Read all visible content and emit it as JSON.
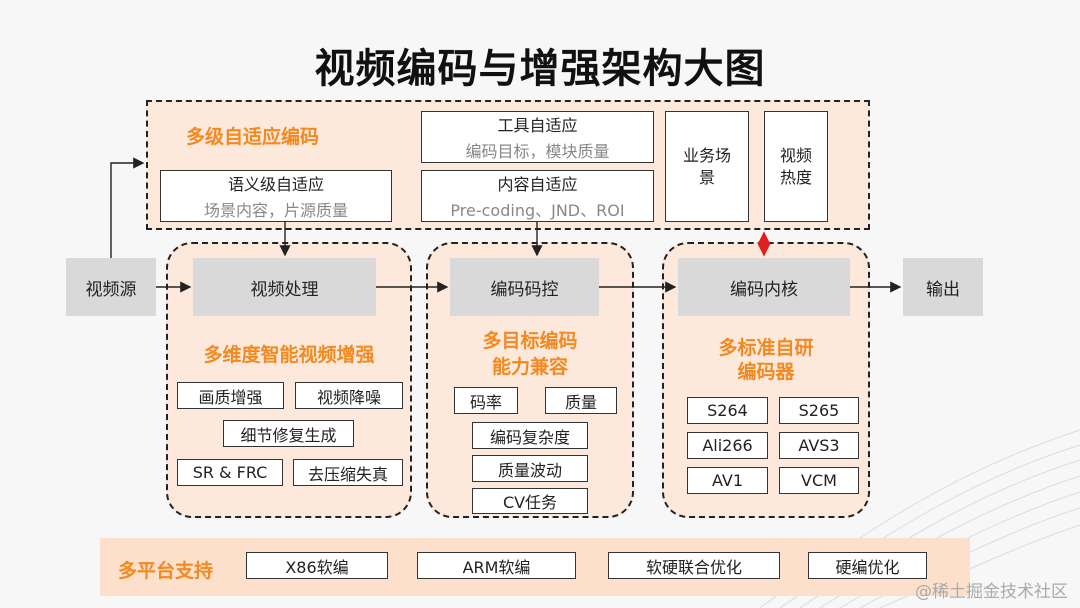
{
  "title": "视频编码与增强架构大图",
  "top_panel": {
    "heading": "多级自适应编码",
    "semantic": {
      "label": "语义级自适应",
      "desc": "场景内容，片源质量"
    },
    "tool": {
      "label": "工具自适应",
      "desc": "编码目标，模块质量"
    },
    "content": {
      "label": "内容自适应",
      "desc": "Pre-coding、JND、ROI"
    },
    "business": "业务场景",
    "heat": "视频热度"
  },
  "pipeline": {
    "source": "视频源",
    "processing": "视频处理",
    "rate_control": "编码码控",
    "encoder_core": "编码内核",
    "output": "输出"
  },
  "enhance_panel": {
    "heading": "多维度智能视频增强",
    "items": [
      "画质增强",
      "视频降噪",
      "细节修复生成",
      "SR & FRC",
      "去压缩失真"
    ]
  },
  "target_panel": {
    "heading_line1": "多目标编码",
    "heading_line2": "能力兼容",
    "items": [
      "码率",
      "质量",
      "编码复杂度",
      "质量波动",
      "CV任务"
    ]
  },
  "codec_panel": {
    "heading_line1": "多标准自研",
    "heading_line2": "编码器",
    "items": [
      "S264",
      "S265",
      "Ali266",
      "AVS3",
      "AV1",
      "VCM"
    ]
  },
  "platform": {
    "heading": "多平台支持",
    "items": [
      "X86软编",
      "ARM软编",
      "软硬联合优化",
      "硬编优化"
    ]
  },
  "watermark": "@稀土掘金技术社区",
  "colors": {
    "accent": "#f28a22",
    "panel_fill": "#fde8dc",
    "red_arrow": "#e02020"
  }
}
